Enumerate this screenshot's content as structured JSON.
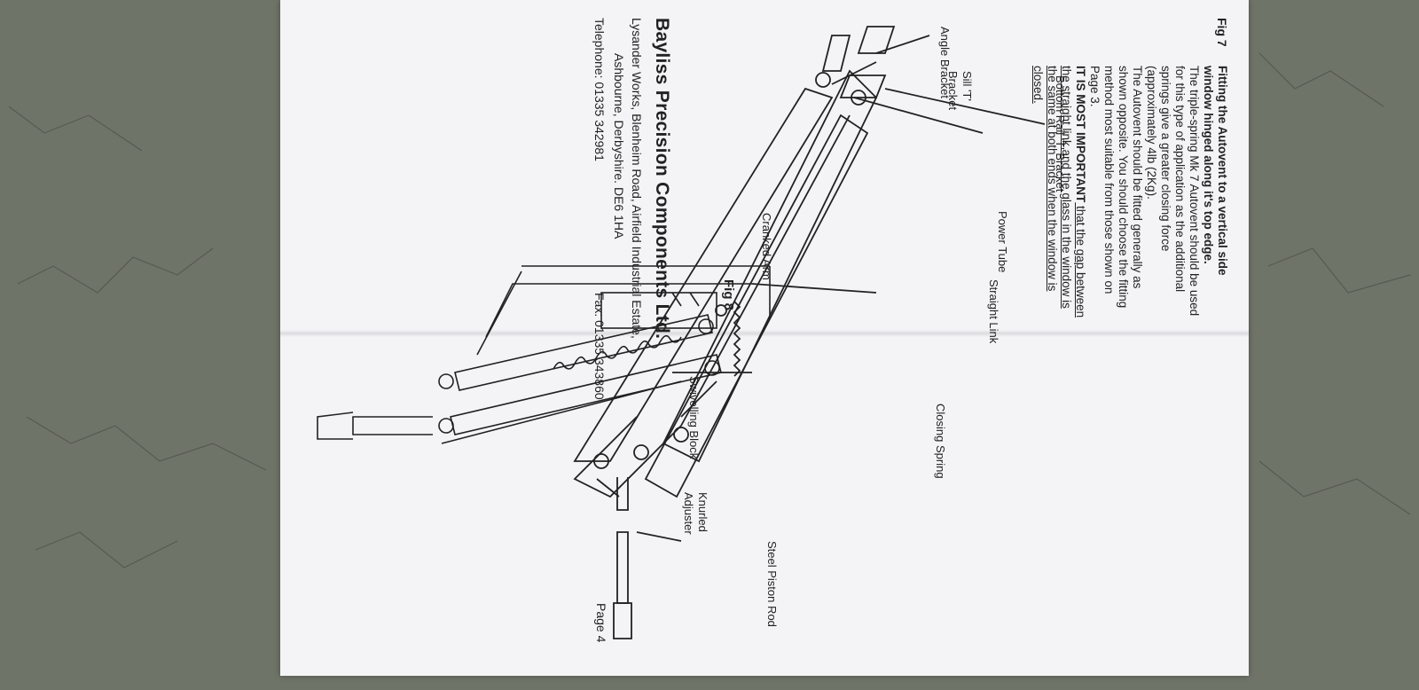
{
  "fig7": {
    "number": "Fig 7",
    "heading": "Fitting the Autovent to a vertical side window hinged along it's top edge.",
    "paragraph1": "The triple-spring Mk 7 Autovent should be used for this type of application as the additional springs give a greater closing force (approximately 4lb (2Kg).",
    "paragraph2": "The Autovent should be fitted generally as shown opposite. You should choose the fitting method most suitable from those shown on Page 3.",
    "important_bold": "IT IS MOST IMPORTANT",
    "important_rest": " that the gap between the straight link and the glass in the window is the same at both ends when the window is closed."
  },
  "labels": {
    "angle_bracket": "Angle Bracket",
    "bottom_rail": "Bottom Rail 'T' Bracket",
    "sill_t_1": "Sill 'T'",
    "sill_t_2": "Bracket",
    "power_tube": "Power Tube",
    "straight_link": "Straight Link",
    "cranked_arm": "Cranked Arm",
    "closing_spring": "Closing Spring",
    "swivelling_block": "Swivelling Block",
    "knurled_1": "Knurled",
    "knurled_2": "Adjuster",
    "steel_piston_rod": "Steel Piston Rod"
  },
  "fig8": "Fig 8",
  "footer": {
    "company": "Bayliss Precision Components Ltd.",
    "address1": "Lysander Works, Blenheim Road, Airfield Industrial Estate,",
    "address2": "Ashbourne, Derbyshire. DE6 1HA",
    "telephone": "Telephone: 01335 342981",
    "fax": "Fax: 01335 343860",
    "page": "Page 4"
  }
}
